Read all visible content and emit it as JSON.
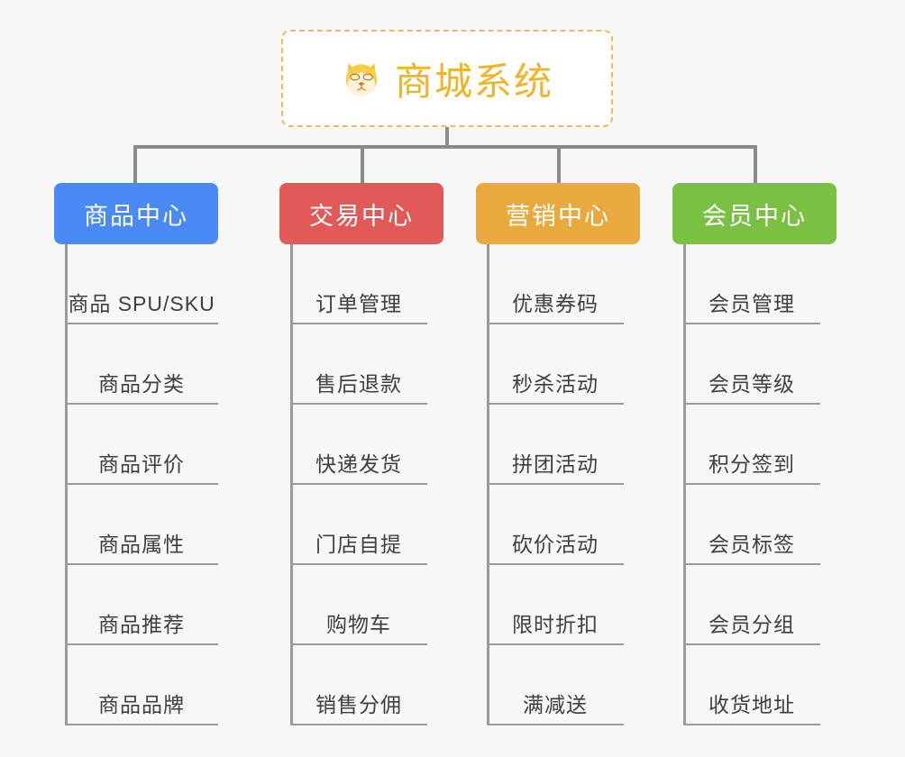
{
  "diagram": {
    "type": "org-chart",
    "background": "#f7f7f7",
    "root": {
      "title": "商城系统",
      "icon": "dog-face-emoji",
      "text_color": "#f0b429",
      "border_color": "#efb95c",
      "border_style": "dashed",
      "background": "#ffffff"
    },
    "connector_color": "#8a8a8a",
    "categories": [
      {
        "title": "商品中心",
        "color": "#4a8af4",
        "items": [
          "商品 SPU/SKU",
          "商品分类",
          "商品评价",
          "商品属性",
          "商品推荐",
          "商品品牌"
        ]
      },
      {
        "title": "交易中心",
        "color": "#e25a58",
        "items": [
          "订单管理",
          "售后退款",
          "快递发货",
          "门店自提",
          "购物车",
          "销售分佣"
        ]
      },
      {
        "title": "营销中心",
        "color": "#e9a93f",
        "items": [
          "优惠券码",
          "秒杀活动",
          "拼团活动",
          "砍价活动",
          "限时折扣",
          "满减送"
        ]
      },
      {
        "title": "会员中心",
        "color": "#7ac143",
        "items": [
          "会员管理",
          "会员等级",
          "积分签到",
          "会员标签",
          "会员分组",
          "收货地址"
        ]
      }
    ]
  }
}
